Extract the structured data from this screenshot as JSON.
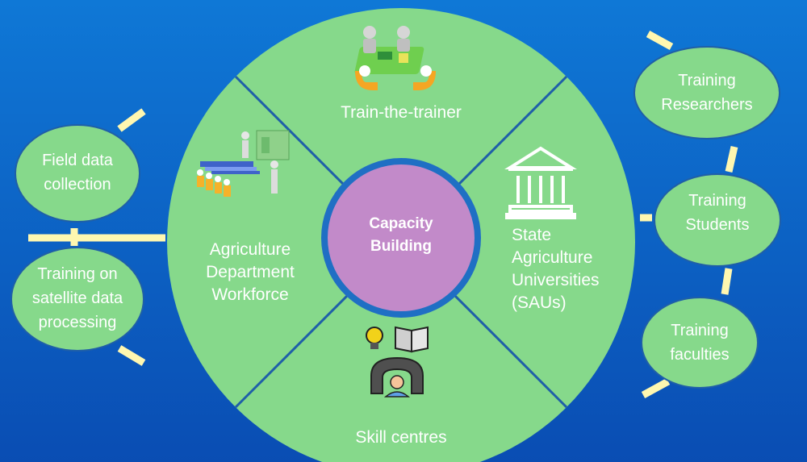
{
  "center": {
    "line1": "Capacity",
    "line2": "Building"
  },
  "segments": {
    "top": {
      "label": "Train-the-trainer",
      "icon": "meeting-table-icon"
    },
    "left": {
      "line1": "Agriculture",
      "line2": "Department",
      "line3": "Workforce",
      "icon": "workforce-training-icon"
    },
    "right": {
      "line1": "State",
      "line2": "Agriculture",
      "line3": "Universities",
      "line4": "(SAUs)",
      "icon": "university-building-icon"
    },
    "bottom": {
      "label": "Skill centres",
      "icon": "skill-gear-icon"
    }
  },
  "left_ovals": [
    {
      "line1": "Field data",
      "line2": "collection"
    },
    {
      "line1": "Training on",
      "line2": "satellite data",
      "line3": "processing"
    }
  ],
  "right_ovals": [
    {
      "line1": "Training",
      "line2": "Researchers"
    },
    {
      "line1": "Training",
      "line2": "Students"
    },
    {
      "line1": "Training",
      "line2": "faculties"
    }
  ],
  "colors": {
    "background_top": "#0d6fd0",
    "background_bottom": "#0a4fb5",
    "segment_fill": "#86d98b",
    "divider": "#1f5fa8",
    "center_fill": "#c28ac9",
    "center_stroke": "#1f6fc4",
    "connector": "#fff7b0"
  }
}
